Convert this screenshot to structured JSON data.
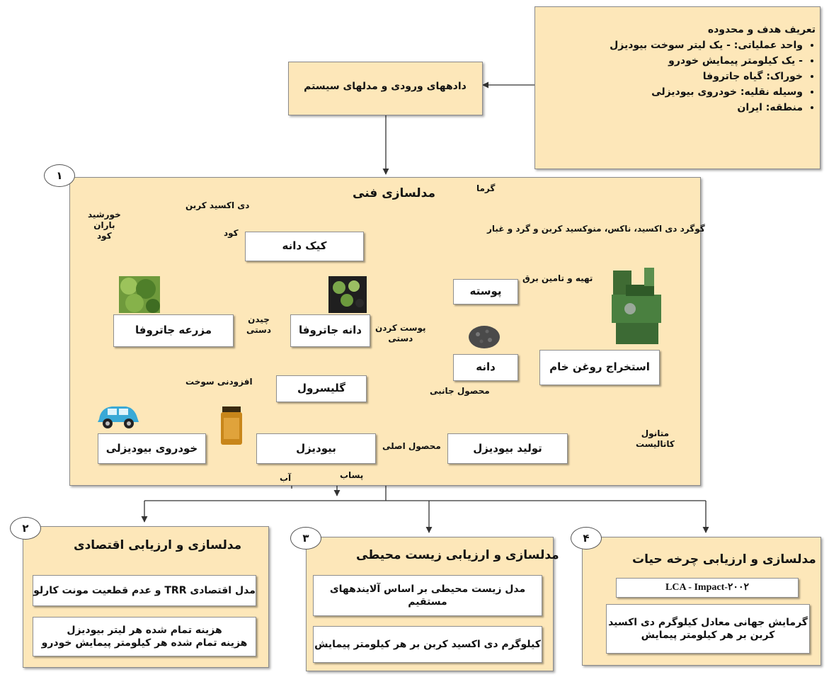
{
  "definition": {
    "heading": "تعریف هدف و محدوده",
    "items": [
      "واحد عملیاتی: - یک لیتر سوخت بیودیزل",
      "- یک کیلومتر پیمایش خودرو",
      "خوراک: گیاه جاتروفا",
      "وسیله نقلیه: خودروی بیودیزلی",
      "منطقه: ایران"
    ]
  },
  "inputs_box": "دادههای ورودی و مدلهای سیستم",
  "technical": {
    "number": "۱",
    "title": "مدلسازی فنی",
    "boxes": {
      "cake": "کیک دانه",
      "farm": "مزرعه جاتروفا",
      "seed_jatropha": "دانه جاتروفا",
      "shell": "پوسته",
      "kernel": "دانه",
      "crude_oil": "استخراج روغن خام",
      "glycerol": "گلیسرول",
      "biodiesel": "بیودیزل",
      "biodiesel_production": "تولید بیودیزل",
      "vehicle": "خودروی بیودیزلی"
    },
    "labels": {
      "co2": "دی اکسید کربن",
      "heat": "گرما",
      "emissions": "گوگرد دی اکسید، ناکس، منوکسید کربن و گرد و غبار",
      "fertilizer": "کود",
      "sun_line1": "خورشید",
      "sun_line2": "باران",
      "sun_line3": "کود",
      "harvest_line1": "چیدن",
      "harvest_line2": "دستی",
      "dehull_line1": "پوست کردن",
      "dehull_line2": "دستی",
      "power": "تهیه و تامین برق",
      "byproduct": "محصول جانبی",
      "fuel_additive": "افزودنی سوخت",
      "main_product": "محصول اصلی",
      "methanol_line1": "متانول",
      "methanol_line2": "کاتالیست",
      "water": "آب",
      "wastewater": "پساب"
    }
  },
  "economic": {
    "number": "۲",
    "title": "مدلسازی و ارزیابی اقتصادی",
    "box1": "مدل اقتصادی TRR و عدم قطعیت مونت کارلو",
    "box2_line1": "هزینه تمام شده هر لیتر بیودیزل",
    "box2_line2": "هزینه تمام شده هر کیلومتر پیمایش خودرو"
  },
  "environmental": {
    "number": "۳",
    "title": "مدلسازی و ارزیابی زیست محیطی",
    "box1": "مدل زیست محیطی بر اساس آلایندههای مستقیم",
    "box2": "کیلوگرم دی اکسید کربن بر هر کیلومتر پیمایش"
  },
  "lifecycle": {
    "number": "۴",
    "title": "مدلسازی و ارزیابی چرخه حیات",
    "box1": "LCA - Impact-۲۰۰۲",
    "box2_line1": "گرمایش جهانی معادل کیلوگرم دی اکسید",
    "box2_line2": "کربن بر هر کیلومتر پیمایش"
  },
  "colors": {
    "panel": "#fde7b9",
    "box": "#ffffff",
    "line": "#333333"
  }
}
